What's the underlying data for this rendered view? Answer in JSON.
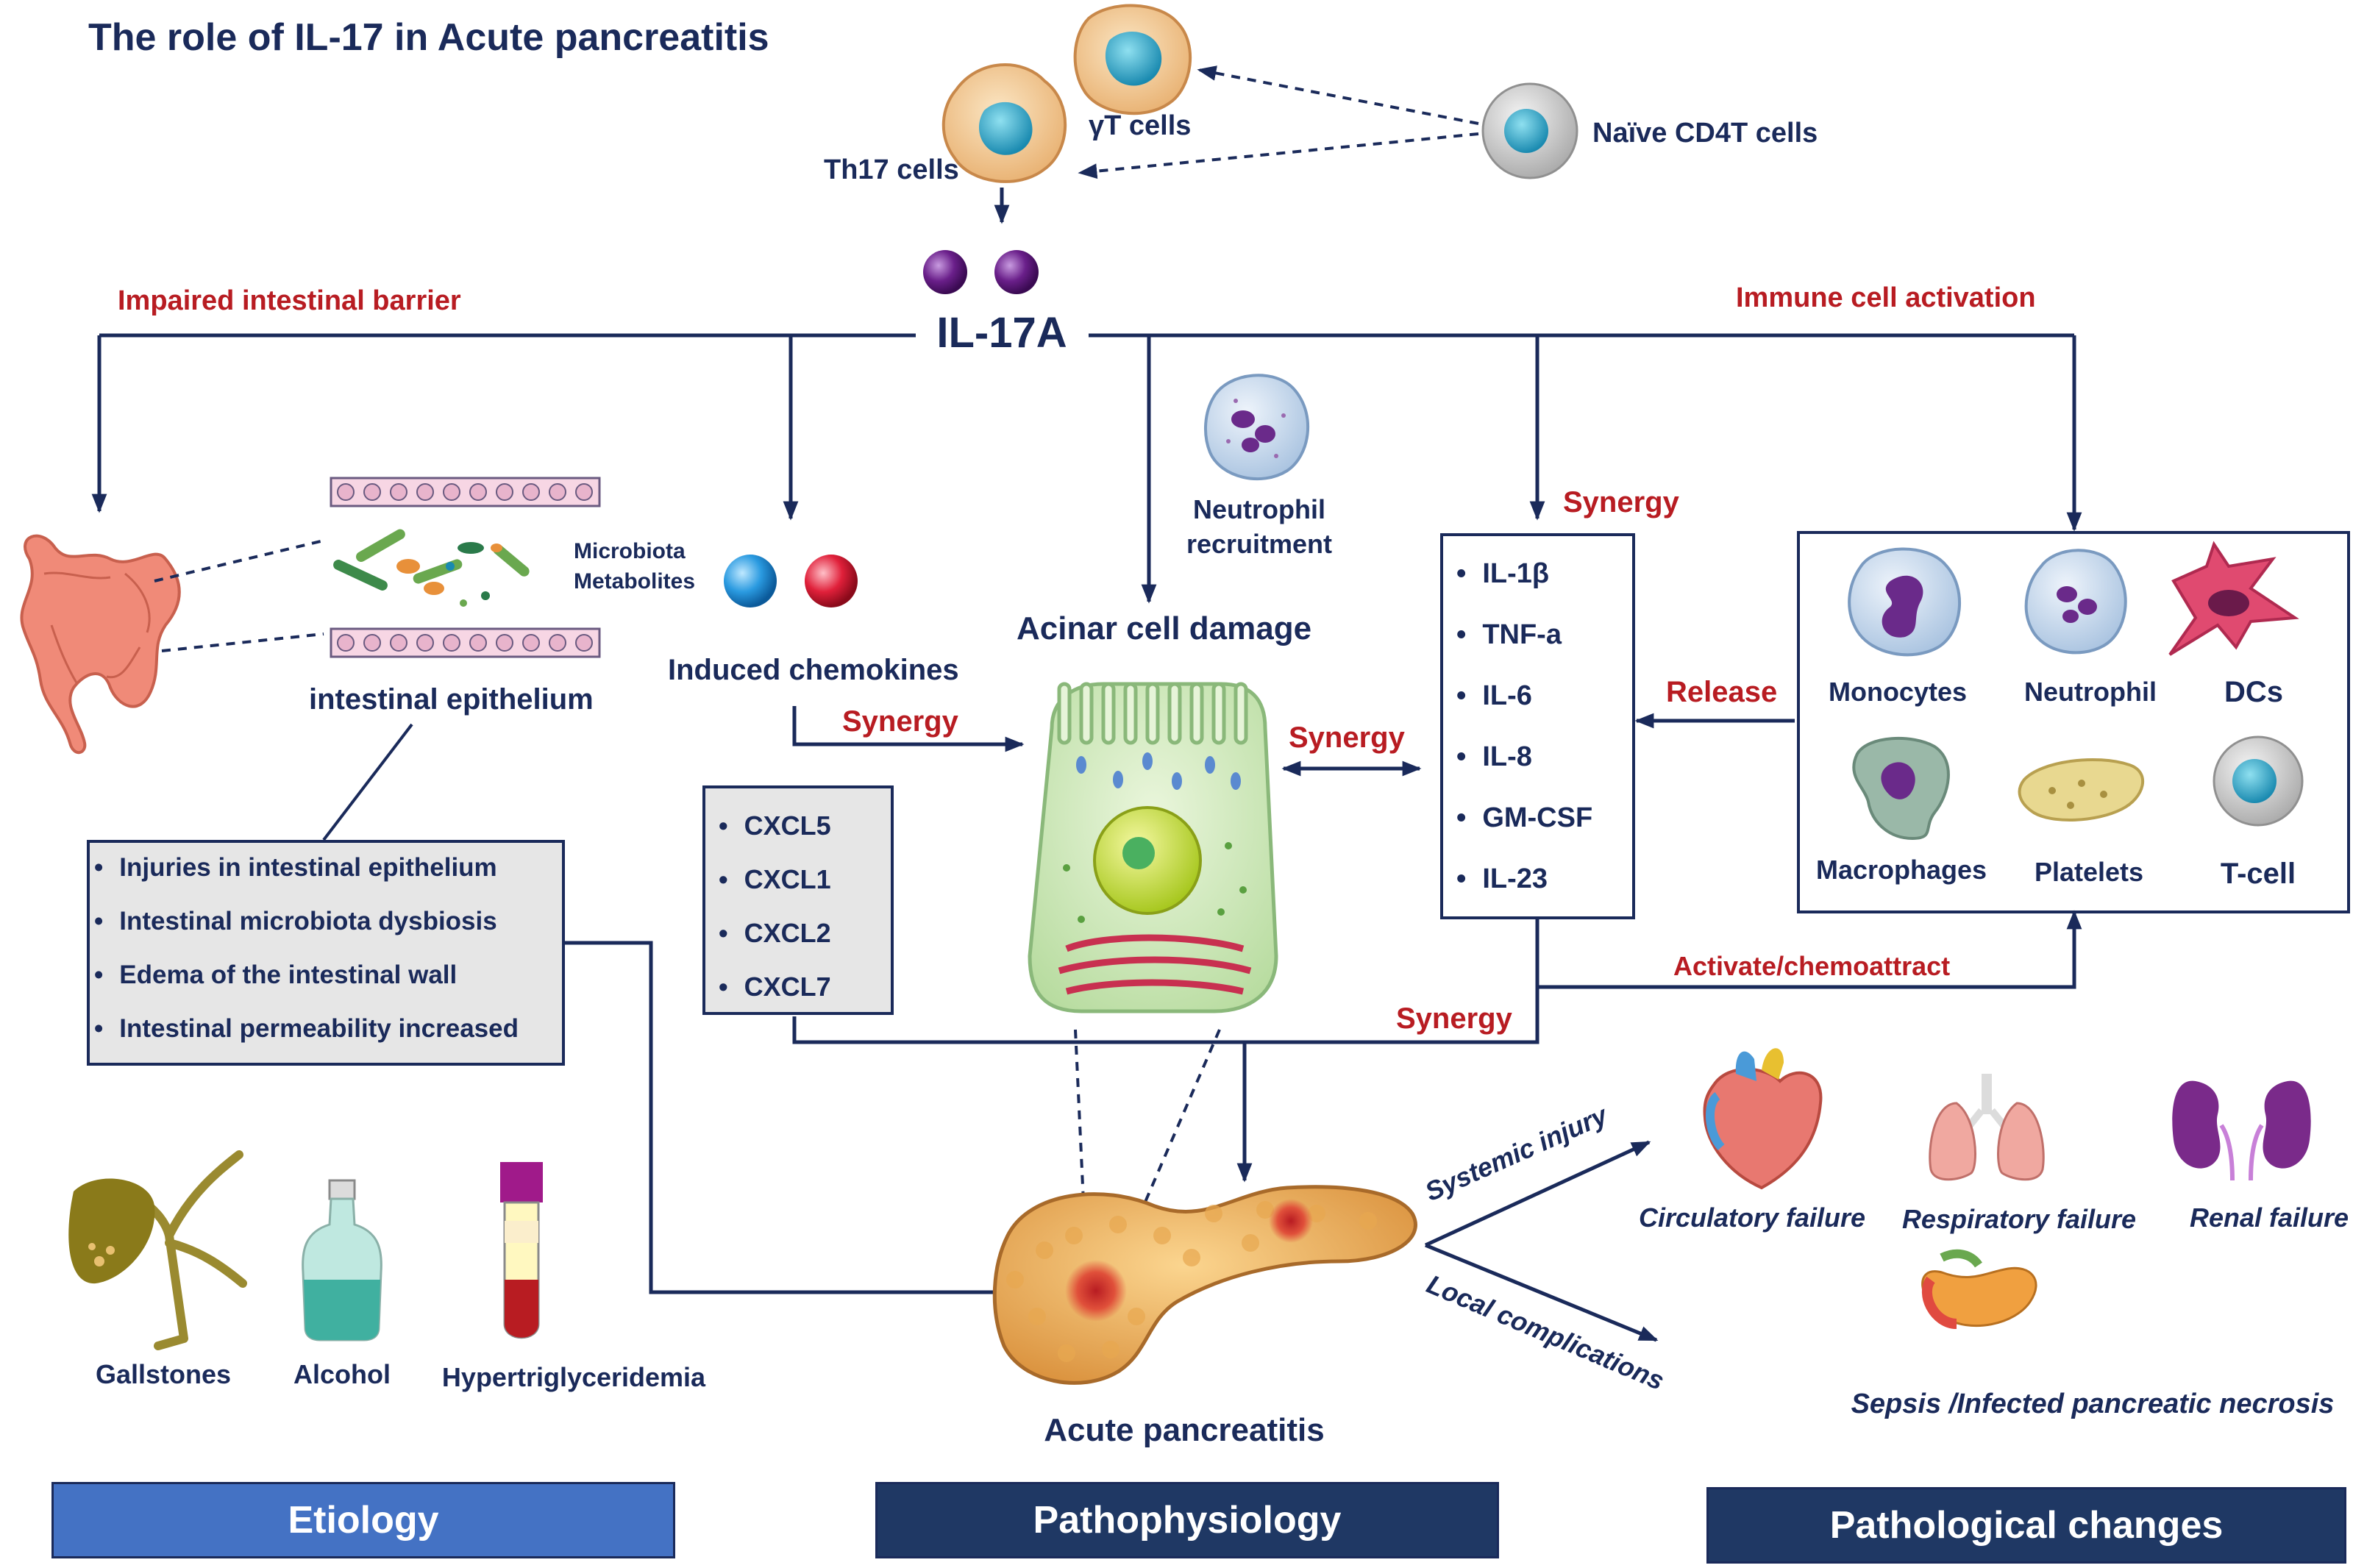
{
  "title": "The role of IL-17 in Acute pancreatitis",
  "sources": {
    "th17": "Th17 cells",
    "gdt": "γT cells",
    "naive": "Naïve CD4T cells"
  },
  "center": "IL-17A",
  "branches": {
    "impaired_barrier": "Impaired intestinal barrier",
    "immune_activation": "Immune cell activation"
  },
  "intestine": {
    "microbiota_line1": "Microbiota",
    "microbiota_line2": "Metabolites",
    "epithelium_label": "intestinal epithelium",
    "bullets": [
      "Injuries in intestinal epithelium",
      "Intestinal microbiota dysbiosis",
      "Edema of the intestinal wall",
      "Intestinal permeability increased"
    ]
  },
  "chemokines": {
    "label": "Induced chemokines",
    "items": [
      "CXCL5",
      "CXCL1",
      "CXCL2",
      "CXCL7"
    ]
  },
  "neutrophil_recruitment": {
    "line1": "Neutrophil",
    "line2": "recruitment"
  },
  "acinar_label": "Acinar cell damage",
  "synergy": "Synergy",
  "cytokines": [
    "IL-1β",
    "TNF-a",
    "IL-6",
    "IL-8",
    "GM-CSF",
    "IL-23"
  ],
  "release": "Release",
  "activate": "Activate/chemoattract",
  "immune_cells": [
    "Monocytes",
    "Neutrophil",
    "DCs",
    "Macrophages",
    "Platelets",
    "T-cell"
  ],
  "etiology": [
    "Gallstones",
    "Alcohol",
    "Hypertriglyceridemia"
  ],
  "pancreatitis_label": "Acute pancreatitis",
  "outcomes": {
    "systemic": "Systemic injury",
    "local": "Local complications",
    "circulatory": "Circulatory failure",
    "respiratory": "Respiratory failure",
    "renal": "Renal failure",
    "sepsis": "Sepsis /Infected pancreatic necrosis"
  },
  "bands": {
    "etiology": "Etiology",
    "pathophysiology": "Pathophysiology",
    "pathological": "Pathological changes"
  },
  "colors": {
    "navy": "#1a2a5a",
    "red_label": "#b81c22",
    "etiology_band": "#4472c4",
    "dark_band": "#1f3864"
  }
}
